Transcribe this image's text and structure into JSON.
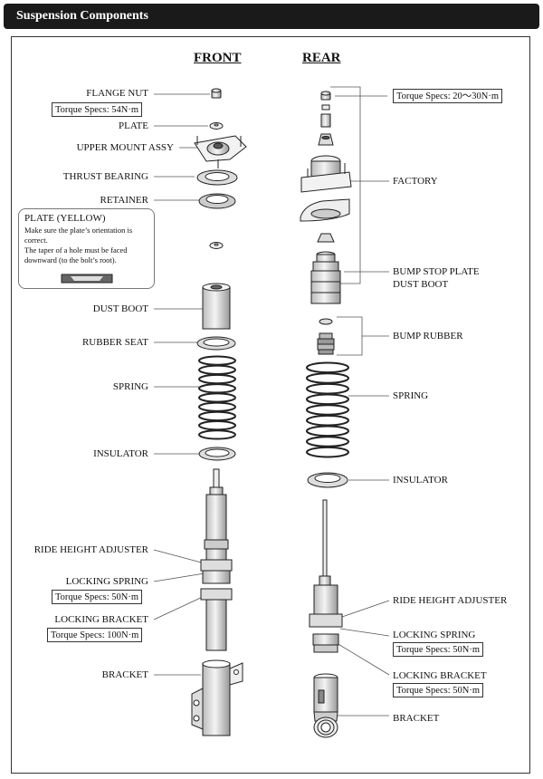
{
  "header": {
    "title": "Suspension Components"
  },
  "columns": {
    "front": "FRONT",
    "rear": "REAR"
  },
  "front_labels": {
    "flange_nut": "FLANGE NUT",
    "flange_nut_torque": "Torque Specs: 54N·m",
    "plate": "PLATE",
    "upper_mount": "UPPER MOUNT ASSY",
    "thrust_bearing": "THRUST BEARING",
    "retainer": "RETAINER",
    "dust_boot": "DUST BOOT",
    "rubber_seat": "RUBBER SEAT",
    "spring": "SPRING",
    "insulator": "INSULATOR",
    "ride_height": "RIDE HEIGHT ADJUSTER",
    "locking_spring": "LOCKING SPRING",
    "locking_spring_torque": "Torque Specs: 50N·m",
    "locking_bracket": "LOCKING BRACKET",
    "locking_bracket_torque": "Torque Specs: 100N·m",
    "bracket": "BRACKET"
  },
  "note": {
    "title": "PLATE (YELLOW)",
    "line1": "Make sure the plate’s orientation is correct.",
    "line2": "The taper of a hole must be faced downward (to the bolt’s root)."
  },
  "rear_labels": {
    "top_torque": "Torque Specs: 20〜30N·m",
    "factory": "FACTORY",
    "bump_stop_plate": "BUMP STOP PLATE",
    "dust_boot": "DUST BOOT",
    "bump_rubber": "BUMP RUBBER",
    "spring": "SPRING",
    "insulator": "INSULATOR",
    "ride_height": "RIDE HEIGHT ADJUSTER",
    "locking_spring": "LOCKING SPRING",
    "locking_spring_torque": "Torque Specs: 50N·m",
    "locking_bracket": "LOCKING BRACKET",
    "locking_bracket_torque": "Torque Specs: 50N·m",
    "bracket": "BRACKET"
  }
}
